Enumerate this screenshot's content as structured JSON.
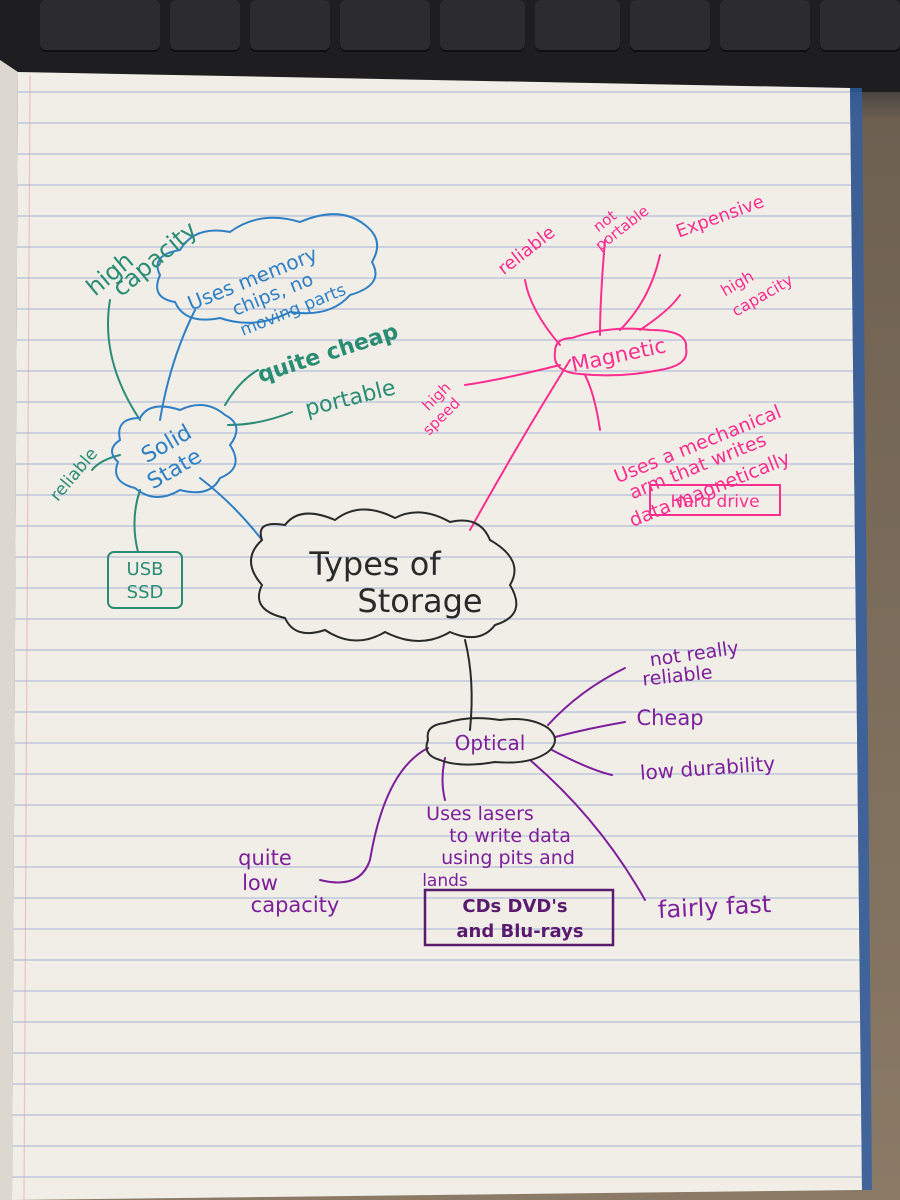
{
  "colors": {
    "teal": "#2a8c73",
    "blue": "#2f7fc4",
    "pink": "#ff2f8f",
    "purple": "#7d1f9a",
    "black": "#2a2a2a",
    "paper": "#f1eee8",
    "rule": "#b3bfd6",
    "margin": "#e8a6a6"
  },
  "center": {
    "line1": "Types of",
    "line2": "Storage"
  },
  "solid_state": {
    "line1": "Solid",
    "line2": "State",
    "high_capacity": [
      "high",
      "capacity"
    ],
    "uses_memory": [
      "Uses memory",
      "chips, no",
      "moving parts"
    ],
    "quite_cheap": "quite cheap",
    "portable": "portable",
    "reliable": "reliable",
    "examples": [
      "USB",
      "SSD"
    ]
  },
  "magnetic": {
    "label": "Magnetic",
    "reliable": "reliable",
    "not_portable": [
      "not",
      "portable"
    ],
    "expensive": "Expensive",
    "high_capacity": [
      "high",
      "capacity"
    ],
    "high_speed": [
      "high",
      "speed"
    ],
    "uses_arm": [
      "Uses a mechanical",
      "arm that writes",
      "data magnetically"
    ],
    "example": "Hard drive"
  },
  "optical": {
    "label": "Optical",
    "not_really_reliable": [
      "not really",
      "reliable"
    ],
    "cheap": "Cheap",
    "low_durability": "low durability",
    "fairly_fast": "fairly fast",
    "quite_low_capacity": [
      "quite",
      "low",
      "capacity"
    ],
    "uses_lasers": [
      "Uses lasers",
      "to write data",
      "using pits and",
      "lands"
    ],
    "examples": [
      "CDs DVD's",
      "and Blu-rays"
    ]
  }
}
